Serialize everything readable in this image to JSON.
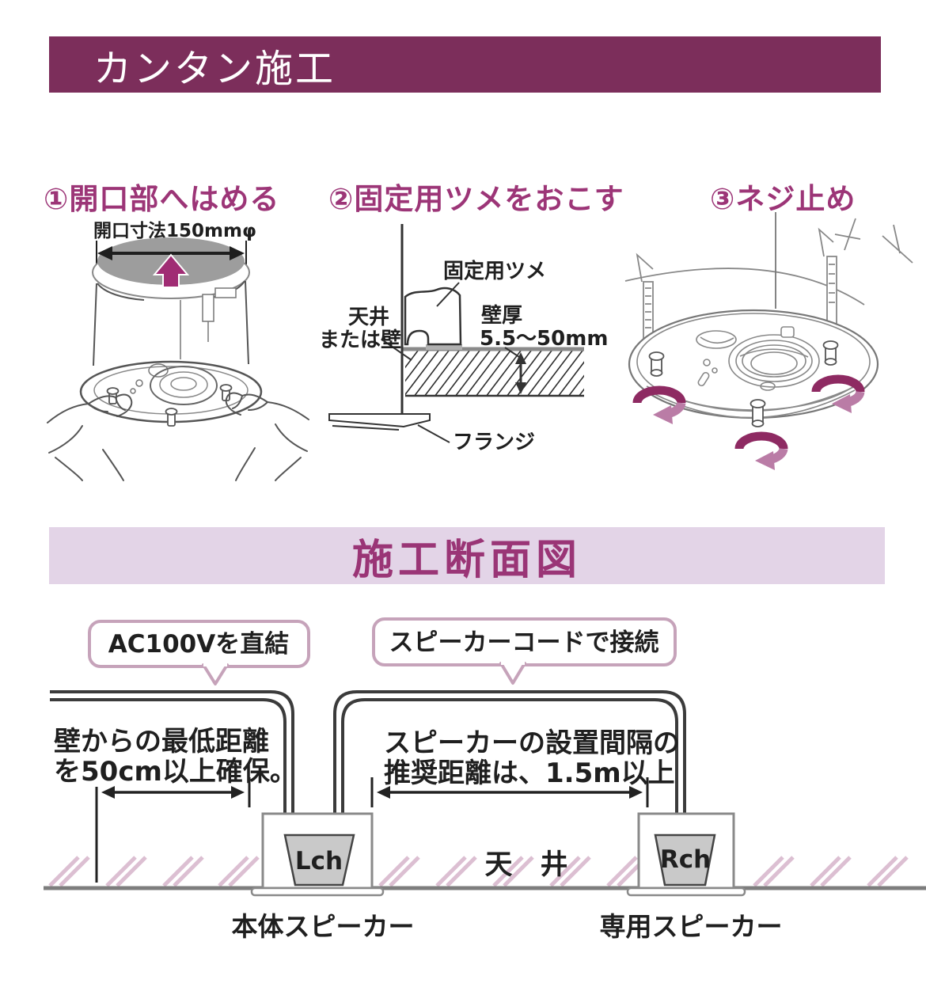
{
  "header": {
    "title": "カンタン施工"
  },
  "steps": [
    {
      "heading": "①開口部へはめる",
      "opening_label": "開口寸法150mmφ"
    },
    {
      "heading": "②固定用ツメをおこす",
      "claw_label": "固定用ツメ",
      "wall_label_line1": "天井",
      "wall_label_line2": "または壁",
      "thickness_label": "壁厚",
      "thickness_value": "5.5～50mm",
      "flange_label": "フランジ"
    },
    {
      "heading": "③ネジ止め"
    }
  ],
  "section_title": "施工断面図",
  "cross_section": {
    "callout_power": "AC100Vを直結",
    "callout_speaker": "スピーカーコードで接続",
    "wall_distance_line1": "壁からの最低距離",
    "wall_distance_line2": "を50cm以上確保。",
    "speaker_distance_line1": "スピーカーの設置間隔の",
    "speaker_distance_line2": "推奨距離は、1.5m以上",
    "ceiling_label": "天　井",
    "left_channel": "Lch",
    "right_channel": "Rch",
    "left_speaker_label": "本体スピーカー",
    "right_speaker_label": "専用スピーカー"
  },
  "colors": {
    "header_bg": "#7c2e5b",
    "heading_text": "#9c3577",
    "section_band_bg": "#e3d4e7",
    "section_title_text": "#9a3576",
    "accent_arrow": "#a02c74",
    "rotation_arrow_dark": "#8e2a62",
    "rotation_arrow_light": "#ba7ca6",
    "callout_border": "#c6a3ba",
    "ceiling_hatch_pink": "#dcbfd2",
    "speaker_fill_gray": "#c9c9c9"
  }
}
